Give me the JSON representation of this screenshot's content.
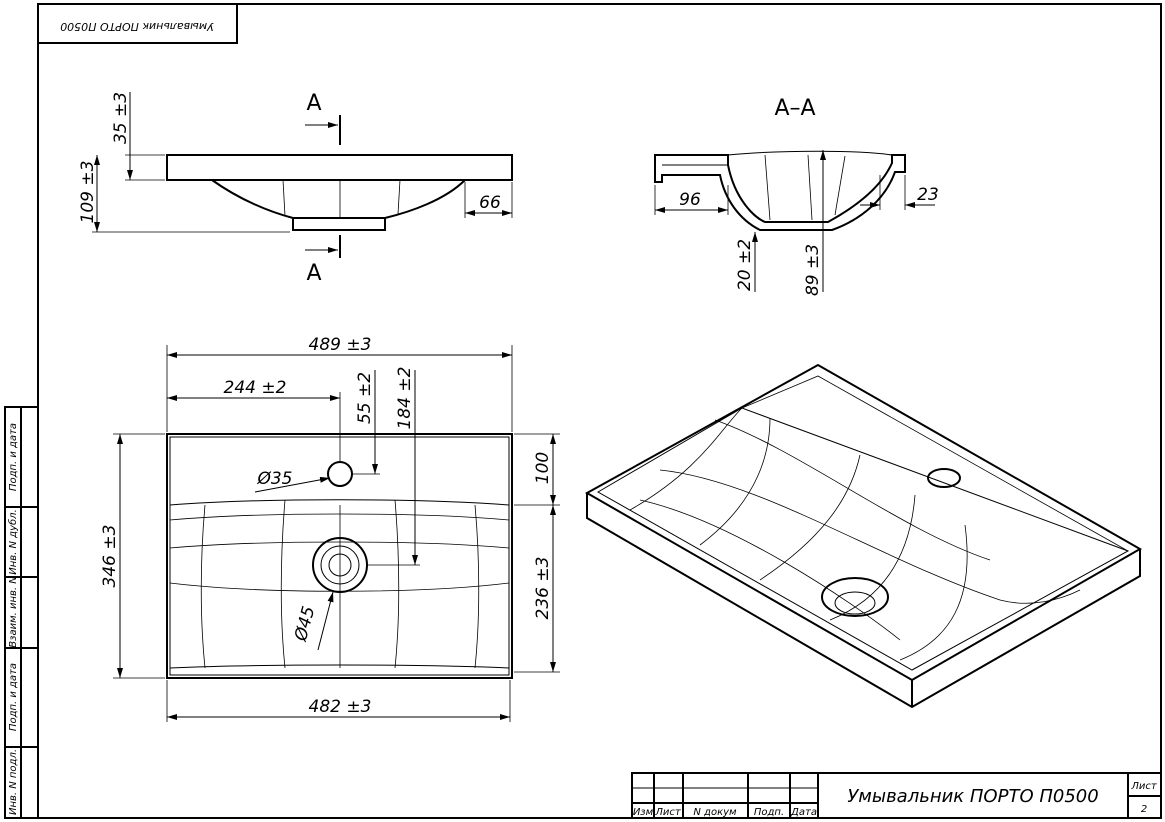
{
  "stamp_top": "Умывальник ПОРТО П0500",
  "side_view": {
    "section_letter_top": "A",
    "section_letter_bottom": "A",
    "dim_rim": "35 ±3",
    "dim_height": "109 ±3",
    "dim_offset": "66"
  },
  "section_view": {
    "title": "A–A",
    "dim_96": "96",
    "dim_23": "23",
    "dim_20": "20 ±2",
    "dim_89": "89 ±3"
  },
  "top_view": {
    "dim_width": "489 ±3",
    "dim_hole_x": "244 ±2",
    "dim_hole_y": "55 ±2",
    "dim_drain_y": "184 ±2",
    "dim_top_band": "100",
    "dim_basin": "236 ±3",
    "dim_depth": "346 ±3",
    "dim_bottom_width": "482 ±3",
    "dia_hole": "Ø35",
    "dia_drain": "Ø45"
  },
  "left_strip": [
    "Подп. и дата",
    "Инв. N дубл.",
    "Взаим. инв. N",
    "Подп. и дата",
    "Инв. N подл."
  ],
  "title_block": {
    "columns": [
      "Изм",
      "Лист",
      "N докум",
      "Подп.",
      "Дата"
    ],
    "name": "Умывальник ПОРТО П0500",
    "sheet_label": "Лист",
    "sheet_number": "2"
  }
}
